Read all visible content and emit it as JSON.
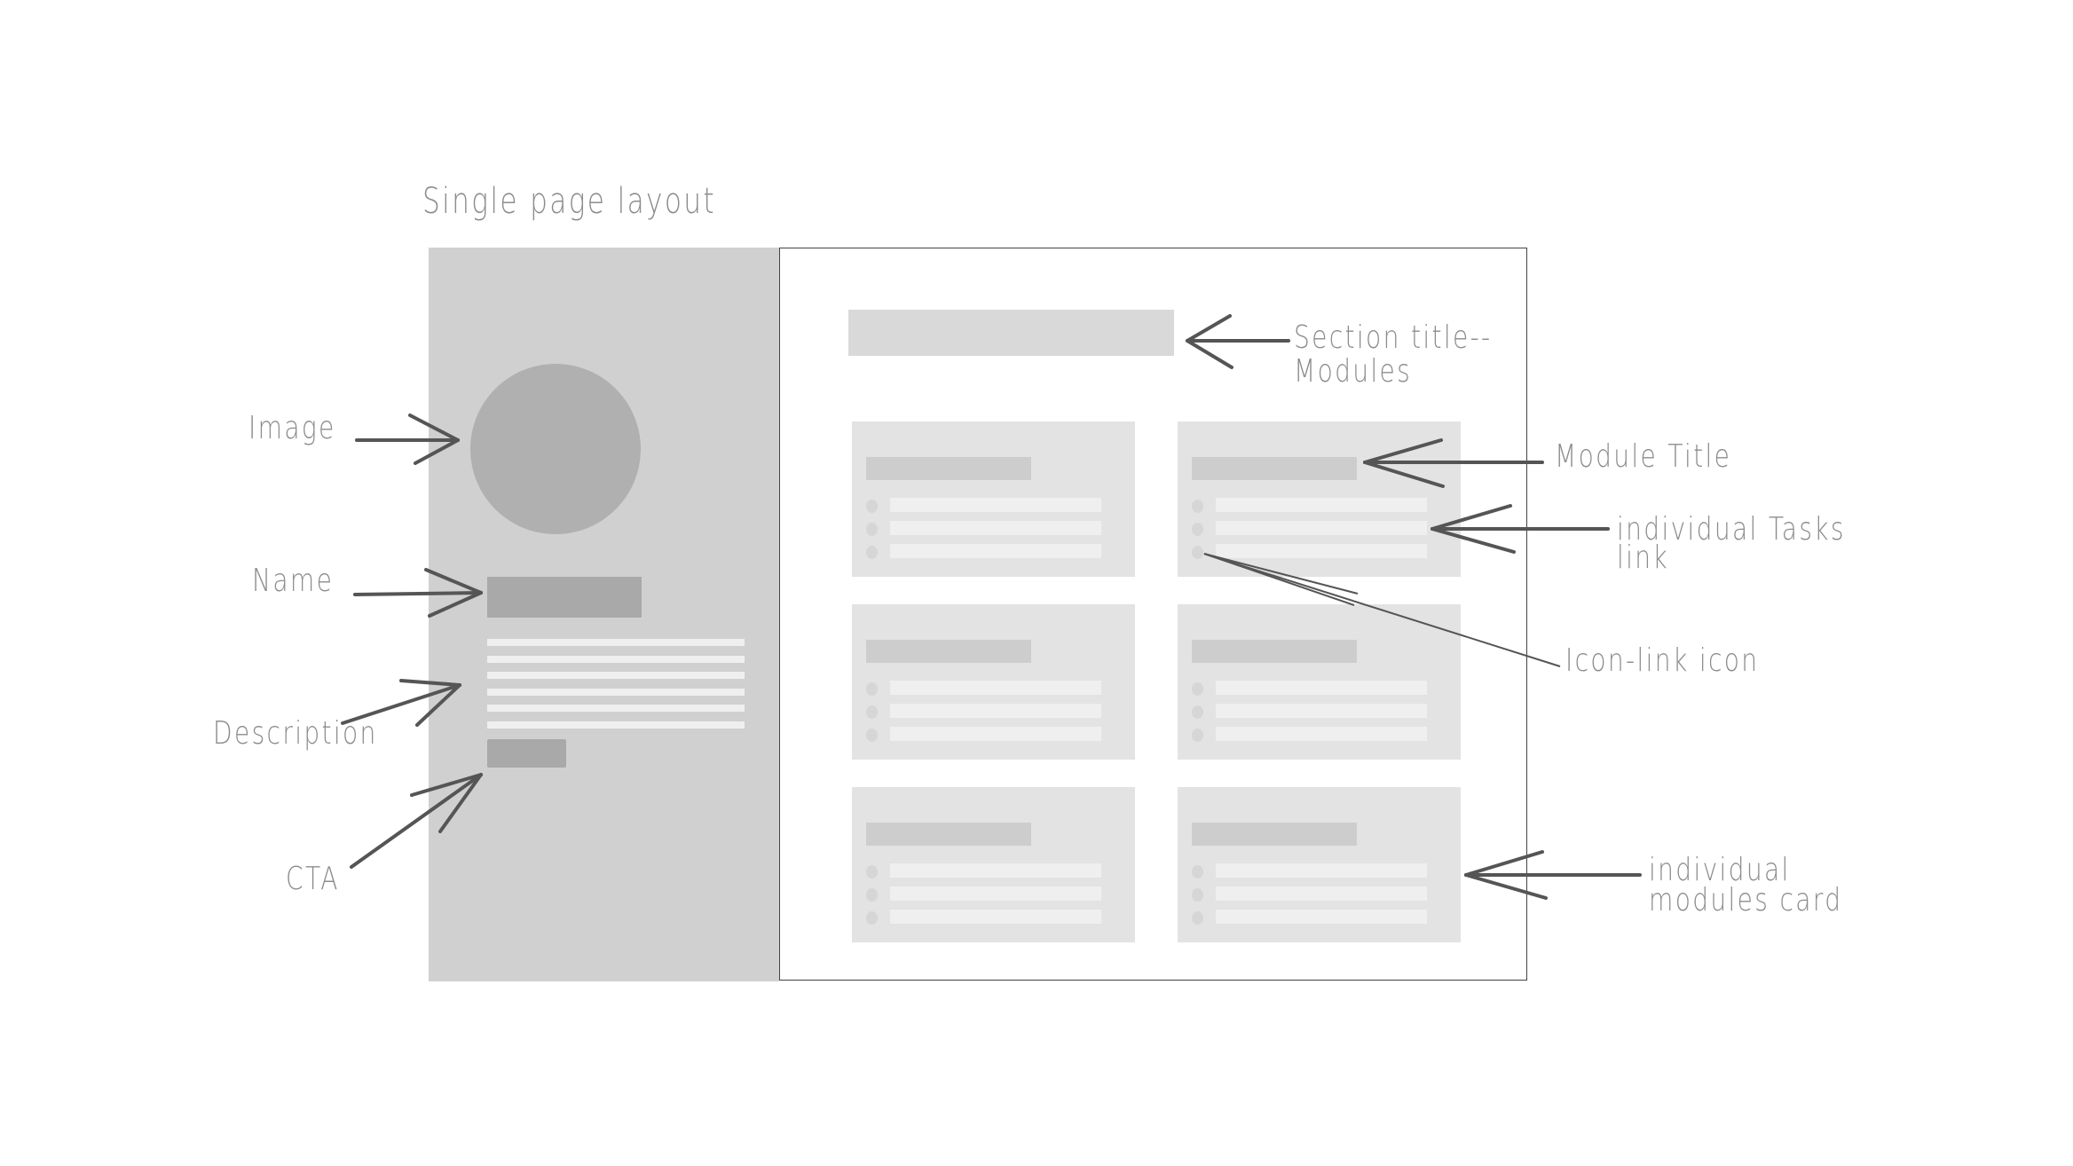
{
  "diagram": {
    "title": "Single page layout",
    "description_line_count": 6,
    "module_cards": [
      {
        "tasks": 3
      },
      {
        "tasks": 3
      },
      {
        "tasks": 3
      },
      {
        "tasks": 3
      },
      {
        "tasks": 3
      },
      {
        "tasks": 3
      }
    ],
    "annotations": {
      "image": "Image",
      "name": "Name",
      "description": "Description",
      "cta": "CTA",
      "section_title_line1": "Section title--",
      "section_title_line2": "Modules",
      "module_title": "Module Title",
      "tasks_link_line1": "individual Tasks",
      "tasks_link_line2": "link",
      "icon_link": "Icon-link icon",
      "modules_card_line1": "individual",
      "modules_card_line2": "modules card"
    },
    "colors": {
      "sidebar": "#d0d0d0",
      "placeholder_dark": "#a9a9a9",
      "avatar": "#b0b0b0",
      "card": "#e3e3e3",
      "annotation_text": "#8c8c8c",
      "arrow": "#555555"
    }
  }
}
